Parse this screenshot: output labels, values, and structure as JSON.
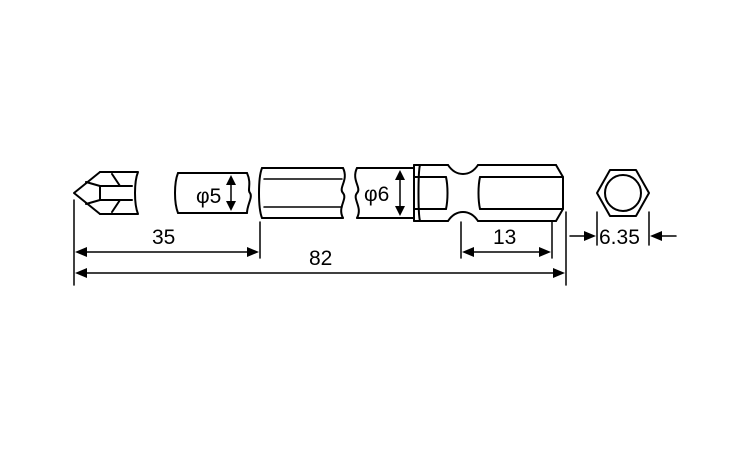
{
  "drawing": {
    "dimensions": {
      "tip_length": "35",
      "overall_length": "82",
      "hex_length": "13",
      "hex_width": "6.35",
      "shank_diameter_small": "φ5",
      "shank_diameter_large": "φ6"
    }
  }
}
